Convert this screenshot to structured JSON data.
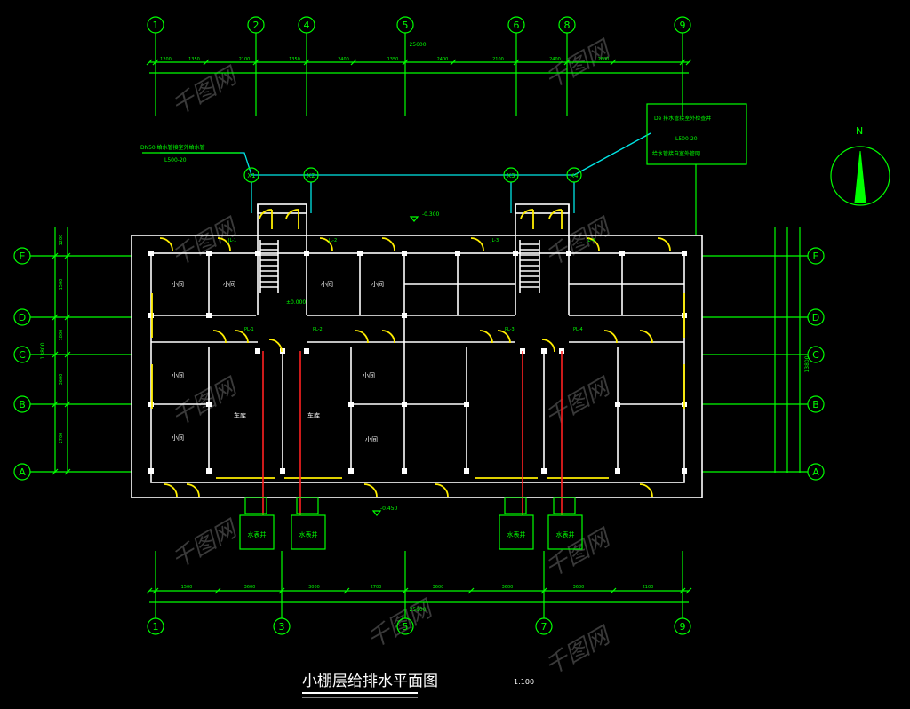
{
  "drawing": {
    "title": "小棚层给排水平面图",
    "scale": "1:100",
    "north_label": "N"
  },
  "grid_top": [
    "1",
    "2",
    "4",
    "5",
    "6",
    "8",
    "9"
  ],
  "grid_bottom": [
    "1",
    "3",
    "5",
    "7",
    "9"
  ],
  "grid_left": [
    "E",
    "D",
    "C",
    "B",
    "A"
  ],
  "grid_right": [
    "E",
    "D",
    "C",
    "B",
    "A"
  ],
  "dims_top": [
    "1200",
    "1350",
    "2100",
    "1350",
    "2400",
    "1350",
    "2400",
    "2100",
    "2400",
    "2600"
  ],
  "dims_top_total": "25600",
  "dims_bottom": [
    "1500",
    "3600",
    "3000",
    "2700",
    "3600",
    "3600",
    "3600",
    "2100"
  ],
  "dims_bottom_total": "25600",
  "dims_left": [
    "1200",
    "1500",
    "1800",
    "3600",
    "2700"
  ],
  "dims_left_total": "13800",
  "riser_tags": [
    "X1",
    "X2",
    "X3",
    "X4"
  ],
  "notes": {
    "left_line1": "DN50 给水管接室外给水管",
    "left_line2": "L500-20",
    "right_line1": "De 排水管接室外检查井",
    "right_line2": "L500-20",
    "right_line3": "给水管接自室外管网"
  },
  "room_labels": [
    "小间",
    "小间",
    "小间",
    "小间",
    "小间",
    "小间",
    "小间",
    "车库",
    "车库",
    "小间"
  ],
  "riser_labels": [
    "JL-1",
    "JL-2",
    "JL-3",
    "JL-4",
    "PL-1",
    "PL-2",
    "PL-3",
    "PL-4"
  ],
  "boxes_bottom": [
    "水表井",
    "水表井",
    "水表井",
    "水表井"
  ],
  "level_marks": [
    "-0.300",
    "±0.000",
    "-0.450"
  ],
  "watermark": "千图网"
}
